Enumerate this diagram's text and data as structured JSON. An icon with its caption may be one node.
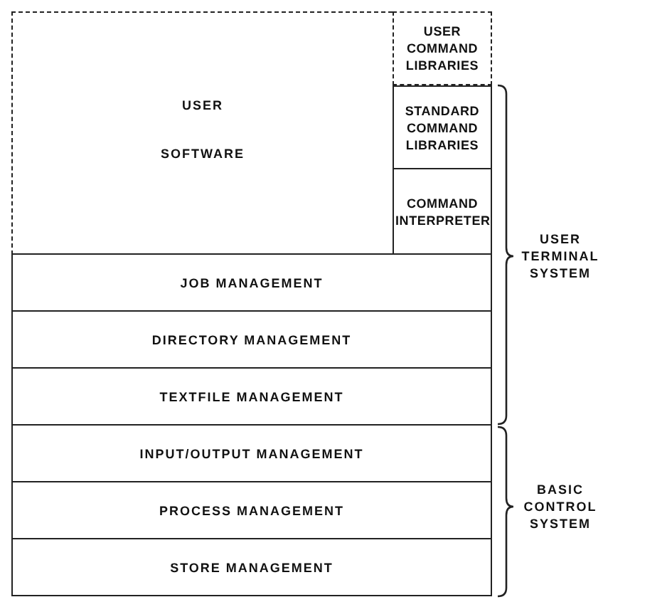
{
  "diagram": {
    "nodes": [
      {
        "text": [
          "USER SOFTWARE"
        ]
      },
      {
        "text": [
          "USER COMMAND LIBRARIES"
        ]
      },
      {
        "text": [
          "STANDARD COMMAND LIBRARIES"
        ]
      },
      {
        "text": [
          "COMMAND INTERPRETER"
        ]
      },
      {
        "text": [
          "JOB MANAGEMENT"
        ]
      },
      {
        "text": [
          "DIRECTORY MANAGEMENT"
        ]
      },
      {
        "text": [
          "TEXTFILE MANAGEMENT"
        ]
      },
      {
        "text": [
          "INPUT/OUTPUT MANAGEMENT"
        ]
      },
      {
        "text": [
          "PROCESS MANAGEMENT"
        ]
      },
      {
        "text": [
          "STORE MANAGEMENT"
        ]
      }
    ],
    "labels": [
      "USER TERMINAL SYSTEM",
      "BASIC CONTROL SYSTEM"
    ]
  }
}
